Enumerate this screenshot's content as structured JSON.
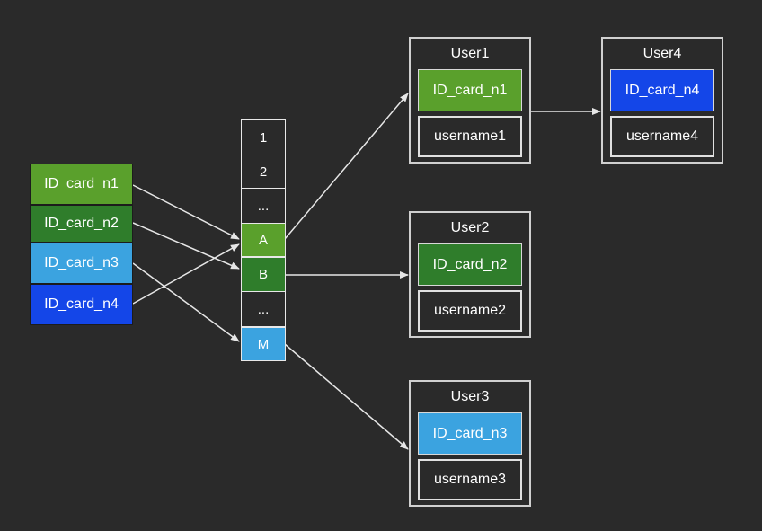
{
  "keys": [
    {
      "label": "ID_card_n1",
      "color": "#5aa02c"
    },
    {
      "label": "ID_card_n2",
      "color": "#2f7d2b"
    },
    {
      "label": "ID_card_n3",
      "color": "#3ba3e0"
    },
    {
      "label": "ID_card_n4",
      "color": "#1446e8"
    }
  ],
  "slots": [
    {
      "label": "1",
      "color": ""
    },
    {
      "label": "2",
      "color": ""
    },
    {
      "label": "...",
      "color": ""
    },
    {
      "label": "A",
      "color": "#5aa02c"
    },
    {
      "label": "B",
      "color": "#2f7d2b"
    },
    {
      "label": "...",
      "color": ""
    },
    {
      "label": "M",
      "color": "#3ba3e0"
    }
  ],
  "users": [
    {
      "title": "User1",
      "card": "ID_card_n1",
      "card_color": "#5aa02c",
      "name": "username1"
    },
    {
      "title": "User2",
      "card": "ID_card_n2",
      "card_color": "#2f7d2b",
      "name": "username2"
    },
    {
      "title": "User3",
      "card": "ID_card_n3",
      "card_color": "#3ba3e0",
      "name": "username3"
    },
    {
      "title": "User4",
      "card": "ID_card_n4",
      "card_color": "#1446e8",
      "name": "username4"
    }
  ],
  "colors": {
    "background": "#2a2a2a",
    "line": "#e6e6e6"
  }
}
